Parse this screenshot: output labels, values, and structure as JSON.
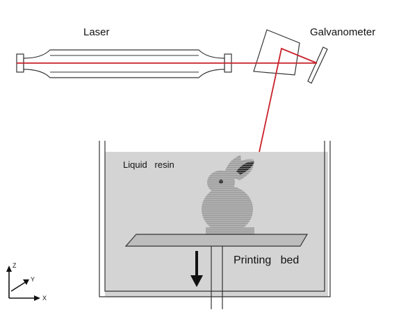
{
  "labels": {
    "laser": "Laser",
    "galvanometer": "Galvanometer",
    "liquid_resin": "Liquid   resin",
    "printing_bed": "Printing   bed"
  },
  "axes": {
    "z": "Z",
    "y": "Y",
    "x": "X"
  },
  "colors": {
    "laser_beam": "#c8202a",
    "resin": "#d4d4d4",
    "rabbit": "#9a9a9a",
    "outline": "#333333"
  }
}
